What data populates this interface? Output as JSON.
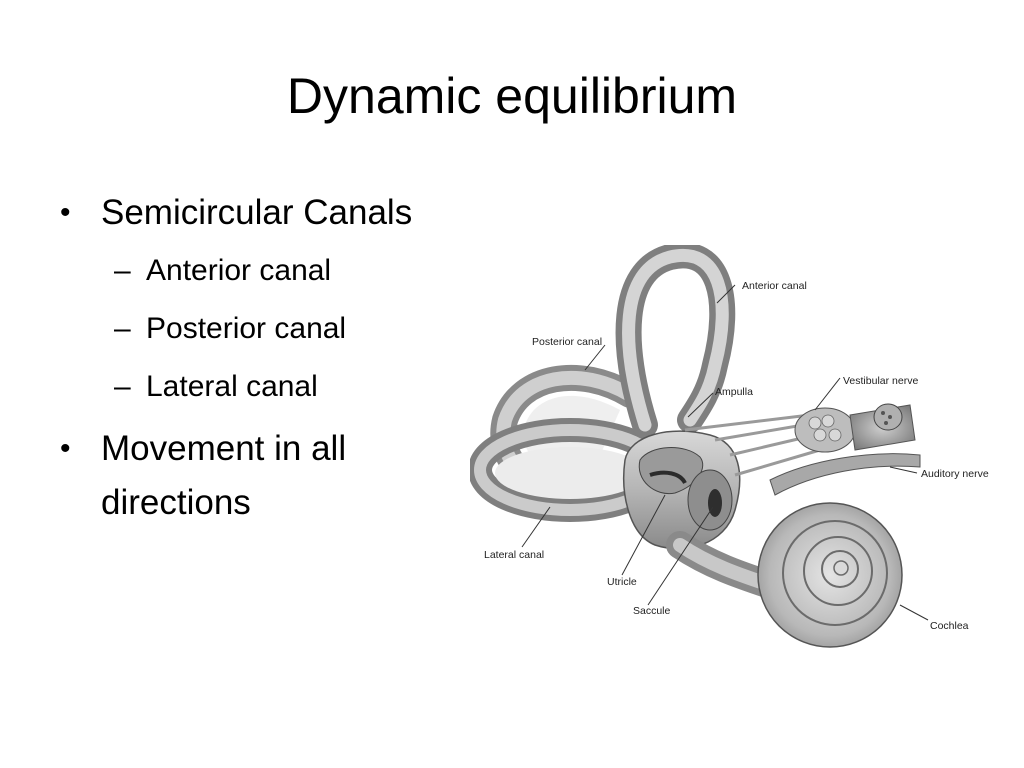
{
  "slide": {
    "title": "Dynamic equilibrium",
    "bullets": [
      {
        "text": "Semicircular Canals",
        "sub_items": [
          "Anterior canal",
          "Posterior canal",
          "Lateral canal"
        ]
      },
      {
        "text": "Movement in all directions",
        "sub_items": []
      }
    ],
    "bullet_glyph": "•",
    "sub_bullet_glyph": "–"
  },
  "figure": {
    "labels": {
      "anterior_canal": "Anterior canal",
      "posterior_canal": "Posterior canal",
      "ampulla": "Ampulla",
      "vestibular_nerve": "Vestibular nerve",
      "auditory_nerve": "Auditory nerve",
      "lateral_canal": "Lateral canal",
      "utricle": "Utricle",
      "saccule": "Saccule",
      "cochlea": "Cochlea"
    }
  }
}
